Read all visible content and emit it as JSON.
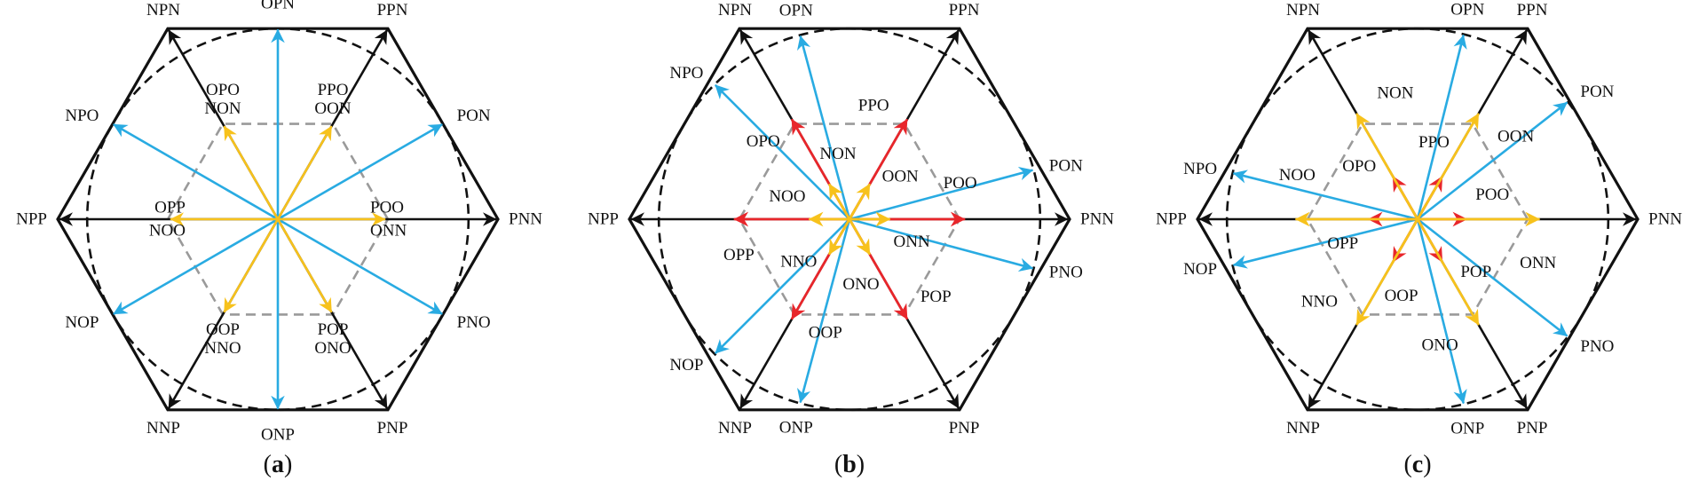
{
  "colors": {
    "hexagon": "#111111",
    "circle": "#111111",
    "inner_hexagon": "#9a9a9a",
    "large_vector": "#111111",
    "medium_vector": "#29abe2",
    "small_vector": "#f7c21c",
    "red_vector": "#e8262b",
    "text": "#111111"
  },
  "panels": [
    {
      "id": "a",
      "caption": "a",
      "large": [
        {
          "name": "PNN",
          "angle": 0
        },
        {
          "name": "PPN",
          "angle": 60
        },
        {
          "name": "NPN",
          "angle": 120
        },
        {
          "name": "NPP",
          "angle": 180
        },
        {
          "name": "NNP",
          "angle": 240
        },
        {
          "name": "PNP",
          "angle": 300
        }
      ],
      "medium": [
        {
          "name": "PON",
          "angle": 30
        },
        {
          "name": "OPN",
          "angle": 90
        },
        {
          "name": "NPO",
          "angle": 150
        },
        {
          "name": "NOP",
          "angle": 210
        },
        {
          "name": "ONP",
          "angle": 270
        },
        {
          "name": "PNO",
          "angle": 330
        }
      ],
      "small_yellow": [
        {
          "angle": 0,
          "labels": [
            "POO",
            "ONN"
          ]
        },
        {
          "angle": 60,
          "labels": [
            "PPO",
            "OON"
          ]
        },
        {
          "angle": 120,
          "labels": [
            "OPO",
            "NON"
          ]
        },
        {
          "angle": 180,
          "labels": [
            "OPP",
            "NOO"
          ]
        },
        {
          "angle": 240,
          "labels": [
            "OOP",
            "NNO"
          ]
        },
        {
          "angle": 300,
          "labels": [
            "POP",
            "ONO"
          ]
        }
      ],
      "small_red": []
    },
    {
      "id": "b",
      "caption": "b",
      "large": [
        {
          "name": "PNN",
          "angle": 0
        },
        {
          "name": "PPN",
          "angle": 60
        },
        {
          "name": "NPN",
          "angle": 120
        },
        {
          "name": "NPP",
          "angle": 180
        },
        {
          "name": "NNP",
          "angle": 240
        },
        {
          "name": "PNP",
          "angle": 300
        }
      ],
      "medium": [
        {
          "name": "PON",
          "angle": 15
        },
        {
          "name": "OPN",
          "angle": 105
        },
        {
          "name": "NPO",
          "angle": 135
        },
        {
          "name": "NOP",
          "angle": 225
        },
        {
          "name": "ONP",
          "angle": 255
        },
        {
          "name": "PNO",
          "angle": 345
        }
      ],
      "small_yellow": [
        {
          "name": "ONN",
          "angle": 0
        },
        {
          "name": "OON",
          "angle": 60
        },
        {
          "name": "NON",
          "angle": 120
        },
        {
          "name": "NOO",
          "angle": 180
        },
        {
          "name": "NNO",
          "angle": 240
        },
        {
          "name": "ONO",
          "angle": 300
        }
      ],
      "small_red": [
        {
          "name": "POO",
          "angle": 0
        },
        {
          "name": "PPO",
          "angle": 60
        },
        {
          "name": "OPO",
          "angle": 120
        },
        {
          "name": "OPP",
          "angle": 180
        },
        {
          "name": "OOP",
          "angle": 240
        },
        {
          "name": "POP",
          "angle": 300
        }
      ]
    },
    {
      "id": "c",
      "caption": "c",
      "large": [
        {
          "name": "PNN",
          "angle": 0
        },
        {
          "name": "PPN",
          "angle": 60
        },
        {
          "name": "NPN",
          "angle": 120
        },
        {
          "name": "NPP",
          "angle": 180
        },
        {
          "name": "NNP",
          "angle": 240
        },
        {
          "name": "PNP",
          "angle": 300
        }
      ],
      "medium": [
        {
          "name": "PON",
          "angle": 38
        },
        {
          "name": "OPN",
          "angle": 76
        },
        {
          "name": "NPO",
          "angle": 166
        },
        {
          "name": "NOP",
          "angle": 194
        },
        {
          "name": "ONP",
          "angle": 284
        },
        {
          "name": "PNO",
          "angle": 322
        }
      ],
      "small_yellow": [
        {
          "name": "ONN",
          "angle": 0
        },
        {
          "name": "OON",
          "angle": 60
        },
        {
          "name": "NON",
          "angle": 120
        },
        {
          "name": "NOO",
          "angle": 180
        },
        {
          "name": "NNO",
          "angle": 240
        },
        {
          "name": "ONO",
          "angle": 300
        }
      ],
      "small_red": [
        {
          "name": "POO",
          "angle": 0
        },
        {
          "name": "PPO",
          "angle": 60
        },
        {
          "name": "OPO",
          "angle": 120
        },
        {
          "name": "OPP",
          "angle": 180
        },
        {
          "name": "OOP",
          "angle": 240
        },
        {
          "name": "POP",
          "angle": 300
        }
      ]
    }
  ]
}
